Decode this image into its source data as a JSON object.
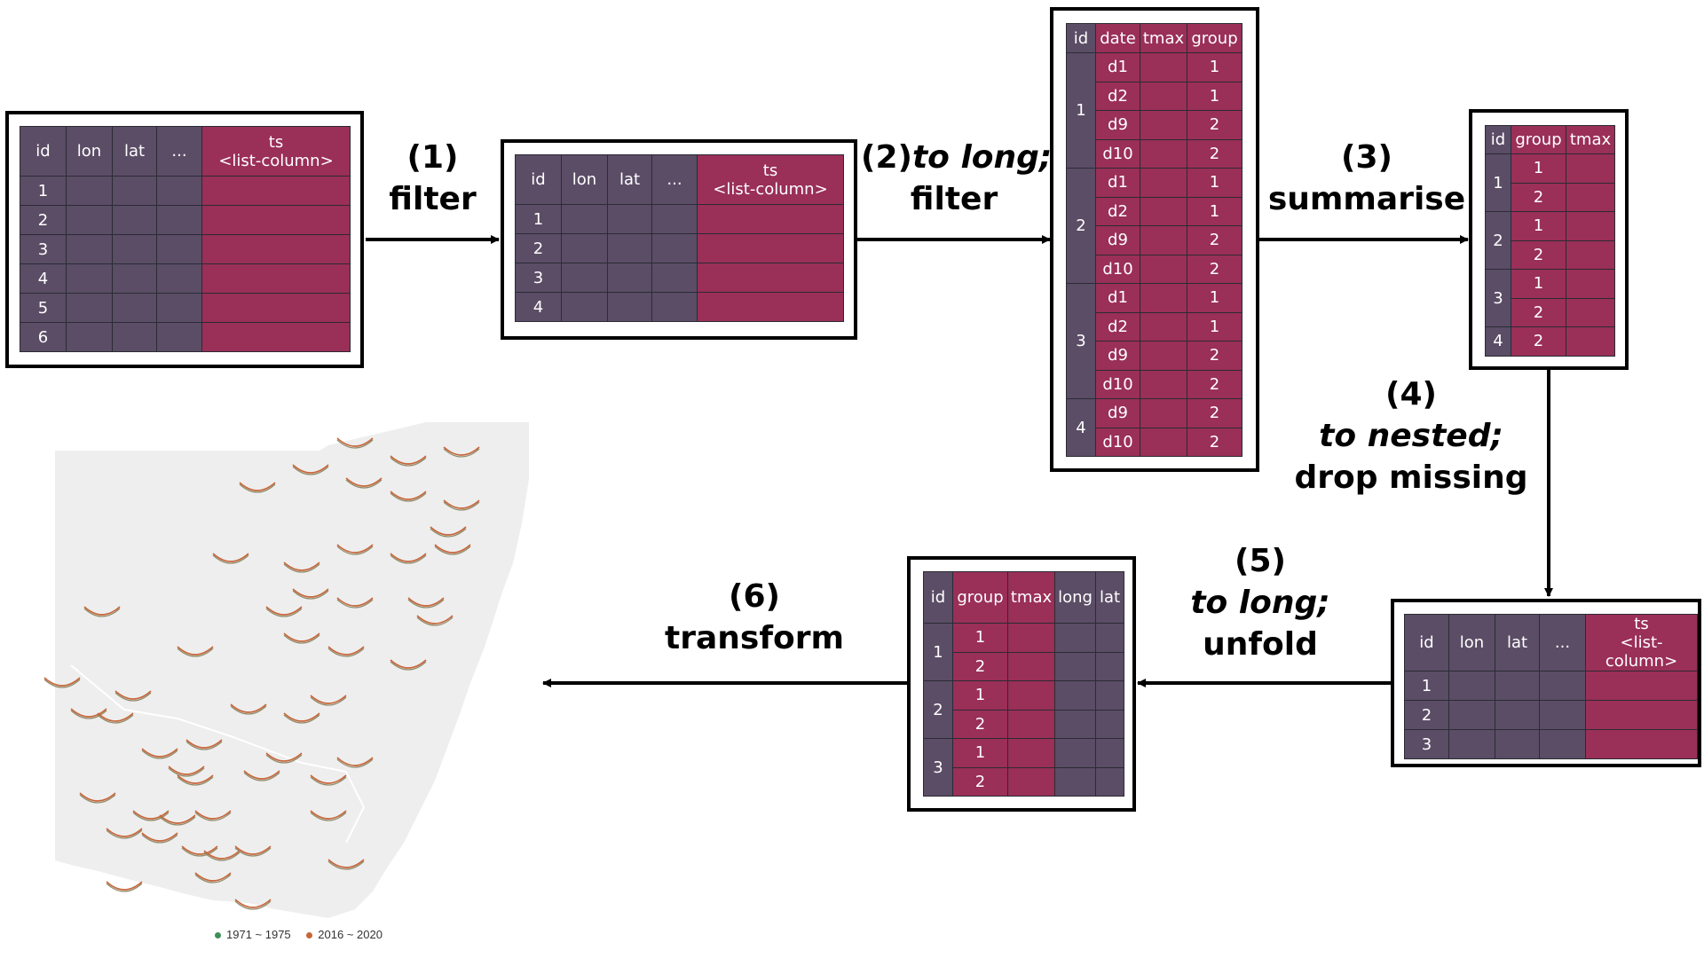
{
  "colors": {
    "dark_col": "#5b4d66",
    "red_col": "#9a2f57",
    "legend_early": "#3d8f5a",
    "legend_late": "#c8663a"
  },
  "steps": [
    {
      "num": "(1)",
      "line1": "filter"
    },
    {
      "num": "(2)",
      "line1_italic": "to long;",
      "line2": "filter"
    },
    {
      "num": "(3)",
      "line1": "summarise"
    },
    {
      "num": "(4)",
      "line1_italic": "to nested;",
      "line2": "drop missing"
    },
    {
      "num": "(5)",
      "line1_italic": "to long;",
      "line2": "unfold"
    },
    {
      "num": "(6)",
      "line1": "transform"
    }
  ],
  "table1": {
    "headers": [
      "id",
      "lon",
      "lat",
      "...",
      "ts"
    ],
    "ts_sub": "<list-column>",
    "rows": [
      "1",
      "2",
      "3",
      "4",
      "5",
      "6"
    ]
  },
  "table2": {
    "headers": [
      "id",
      "lon",
      "lat",
      "...",
      "ts"
    ],
    "ts_sub": "<list-column>",
    "rows": [
      "1",
      "2",
      "3",
      "4"
    ]
  },
  "table3": {
    "headers": [
      "id",
      "date",
      "tmax",
      "group"
    ],
    "blocks": [
      {
        "id": "1",
        "rows": [
          [
            "d1",
            "1"
          ],
          [
            "d2",
            "1"
          ],
          [
            "d9",
            "2"
          ],
          [
            "d10",
            "2"
          ]
        ]
      },
      {
        "id": "2",
        "rows": [
          [
            "d1",
            "1"
          ],
          [
            "d2",
            "1"
          ],
          [
            "d9",
            "2"
          ],
          [
            "d10",
            "2"
          ]
        ]
      },
      {
        "id": "3",
        "rows": [
          [
            "d1",
            "1"
          ],
          [
            "d2",
            "1"
          ],
          [
            "d9",
            "2"
          ],
          [
            "d10",
            "2"
          ]
        ]
      },
      {
        "id": "4",
        "rows": [
          [
            "d9",
            "2"
          ],
          [
            "d10",
            "2"
          ]
        ]
      }
    ]
  },
  "table4": {
    "headers": [
      "id",
      "group",
      "tmax"
    ],
    "blocks": [
      {
        "id": "1",
        "groups": [
          "1",
          "2"
        ]
      },
      {
        "id": "2",
        "groups": [
          "1",
          "2"
        ]
      },
      {
        "id": "3",
        "groups": [
          "1",
          "2"
        ]
      },
      {
        "id": "4",
        "groups": [
          "2"
        ]
      }
    ]
  },
  "table5": {
    "headers": [
      "id",
      "lon",
      "lat",
      "...",
      "ts"
    ],
    "ts_sub": "<list-column>",
    "rows": [
      "1",
      "2",
      "3"
    ]
  },
  "table6": {
    "headers": [
      "id",
      "group",
      "tmax",
      "long",
      "lat"
    ],
    "blocks": [
      {
        "id": "1",
        "groups": [
          "1",
          "2"
        ]
      },
      {
        "id": "2",
        "groups": [
          "1",
          "2"
        ]
      },
      {
        "id": "3",
        "groups": [
          "1",
          "2"
        ]
      }
    ]
  },
  "legend": [
    {
      "label": "1971 ~ 1975",
      "color": "#3d8f5a"
    },
    {
      "label": "2016 ~ 2020",
      "color": "#c8663a"
    }
  ]
}
